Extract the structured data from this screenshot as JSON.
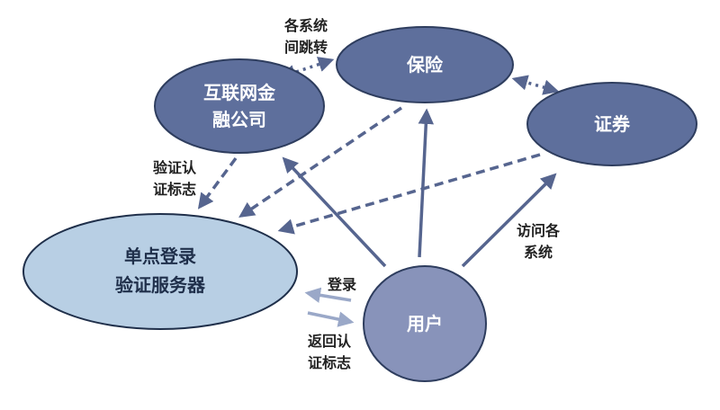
{
  "nodes": {
    "insurance": {
      "label": [
        "保险"
      ]
    },
    "internet_finance": {
      "label": [
        "互联网金",
        "融公司"
      ]
    },
    "securities": {
      "label": [
        "证券"
      ]
    },
    "sso_server": {
      "label": [
        "单点登录",
        "验证服务器"
      ]
    },
    "user": {
      "label": [
        "用户"
      ]
    }
  },
  "edge_labels": {
    "cross_system_jump": [
      "各系统",
      "间跳转"
    ],
    "verify_token": [
      "验证认",
      "证标志"
    ],
    "access_systems": [
      "访问各",
      "系统"
    ],
    "login": [
      "登录"
    ],
    "return_token": [
      "返回认",
      "证标志"
    ]
  },
  "colors": {
    "node_fill": "#5e6f9c",
    "node_stroke": "#2e3d5e",
    "sso_fill": "#b8cfe4",
    "user_fill": "#8893ba",
    "arrow": "#56658f",
    "light_arrow": "#9aa8c8"
  }
}
